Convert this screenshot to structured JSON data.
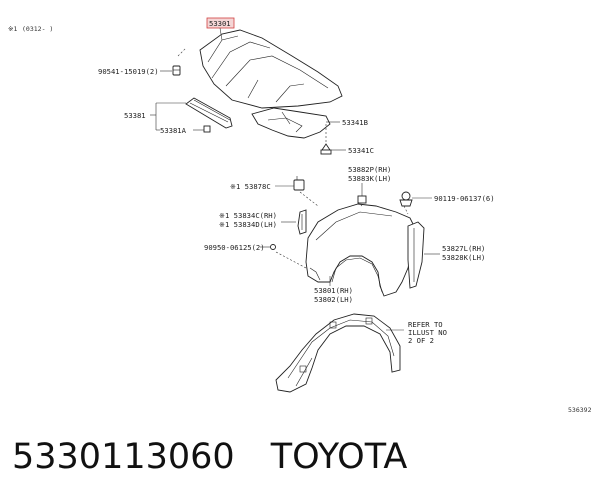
{
  "header_note": {
    "marker": "※1",
    "range": "(0312-        )"
  },
  "labels": {
    "hood": "53301",
    "bolt": "90541-15019(2)",
    "seal_group": "53381",
    "seal_sub": "53381A",
    "lock_support": "53341B",
    "cushion": "53341C",
    "shield_rh": "53882P(RH)",
    "shield_lh": "53883K(LH)",
    "clip_ref": "※1 53878C",
    "screw": "90119-06137(6)",
    "bracket_rh": "※1 53834C(RH)",
    "bracket_lh": "※1 53834D(LH)",
    "clip2": "90950-06125(2)",
    "seal_rh": "53827L(RH)",
    "seal_lh": "53828K(LH)",
    "fender_rh": "53801(RH)",
    "fender_lh": "53802(LH)",
    "refer_1": "REFER TO",
    "refer_2": "ILLUST NO",
    "refer_3": "2 OF 2",
    "figure_code": "536392"
  },
  "caption": {
    "part_number": "5330113060",
    "brand": "TOYOTA"
  }
}
